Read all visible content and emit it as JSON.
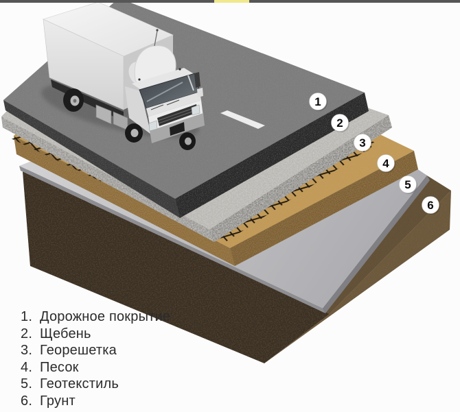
{
  "top_bar": {
    "color": "#565656",
    "accent_color": "#efe88c"
  },
  "badges": [
    "1",
    "2",
    "3",
    "4",
    "5",
    "6"
  ],
  "legend": {
    "items": [
      {
        "num": "1.",
        "label": "Дорожное покрытие"
      },
      {
        "num": "2.",
        "label": "Щебень"
      },
      {
        "num": "3.",
        "label": "Георешетка"
      },
      {
        "num": "4.",
        "label": "Песок"
      },
      {
        "num": "5.",
        "label": "Геотекстиль"
      },
      {
        "num": "6.",
        "label": "Грунт"
      }
    ]
  },
  "layers": [
    {
      "id": 1,
      "label": "Дорожное покрытие",
      "material": "asphalt",
      "top_color": "#8e8e8e"
    },
    {
      "id": 2,
      "label": "Щебень",
      "material": "crushed-stone",
      "top_color": "#c4c1b9"
    },
    {
      "id": 3,
      "label": "Георешетка",
      "material": "geogrid",
      "top_color": "#241c10"
    },
    {
      "id": 4,
      "label": "Песок",
      "material": "sand",
      "top_color": "#c79d58"
    },
    {
      "id": 5,
      "label": "Геотекстиль",
      "material": "geotextile",
      "top_color": "#c9c9cb"
    },
    {
      "id": 6,
      "label": "Грунт",
      "material": "soil",
      "top_color": "#6f5b3f"
    }
  ],
  "truck": {
    "body_color": "#e9e9e9"
  },
  "road_marking": {
    "color": "#f5f5f5"
  }
}
